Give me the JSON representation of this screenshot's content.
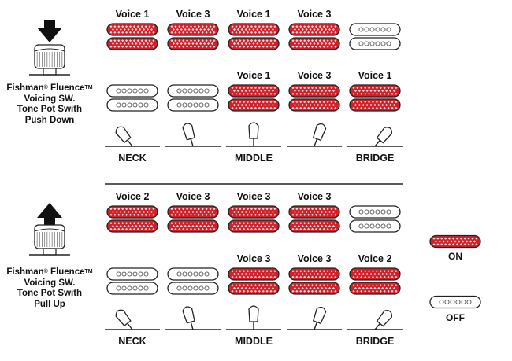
{
  "colors": {
    "on_fill": "#d0202a",
    "off_fill": "#ffffff",
    "line": "#222222"
  },
  "sections": [
    {
      "mode": "push-down",
      "caption": {
        "brand": "Fishman",
        "reg": "®",
        "product": "Fluence",
        "tm": "TM",
        "line2": "Voicing SW.",
        "line3": "Tone Pot Swith",
        "line4": "Push Down"
      },
      "top_voices": [
        "Voice 1",
        "Voice 3",
        "Voice 1",
        "Voice 3",
        ""
      ],
      "top_pickup_states": [
        "on",
        "on",
        "on",
        "on",
        "off"
      ],
      "bottom_voices": [
        "",
        "",
        "Voice 1",
        "Voice 3",
        "Voice 1"
      ],
      "bottom_pickup_states": [
        "off",
        "off",
        "on",
        "on",
        "on"
      ],
      "lever_positions": [
        "neck",
        "neck-mid",
        "middle",
        "mid-bridge",
        "bridge"
      ],
      "position_labels": {
        "neck": "NECK",
        "middle": "MIDDLE",
        "bridge": "BRIDGE"
      }
    },
    {
      "mode": "pull-up",
      "caption": {
        "brand": "Fishman",
        "reg": "®",
        "product": "Fluence",
        "tm": "TM",
        "line2": "Voicing SW.",
        "line3": "Tone Pot Swith",
        "line4": "Pull Up"
      },
      "top_voices": [
        "Voice 2",
        "Voice 3",
        "Voice 3",
        "Voice 3",
        ""
      ],
      "top_pickup_states": [
        "on",
        "on",
        "on",
        "on",
        "off"
      ],
      "bottom_voices": [
        "",
        "",
        "Voice 3",
        "Voice 3",
        "Voice 2"
      ],
      "bottom_pickup_states": [
        "off",
        "off",
        "on",
        "on",
        "on"
      ],
      "lever_positions": [
        "neck",
        "neck-mid",
        "middle",
        "mid-bridge",
        "bridge"
      ],
      "position_labels": {
        "neck": "NECK",
        "middle": "MIDDLE",
        "bridge": "BRIDGE"
      }
    }
  ],
  "legend": {
    "on_label": "ON",
    "off_label": "OFF"
  }
}
